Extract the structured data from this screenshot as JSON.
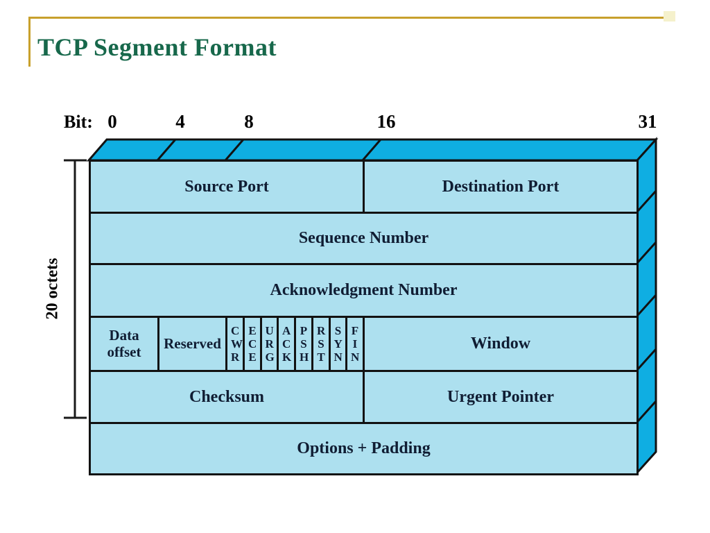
{
  "slide": {
    "title": "TCP Segment Format"
  },
  "diagram": {
    "bit_label": "Bit:",
    "ticks": {
      "t0": "0",
      "t4": "4",
      "t8": "8",
      "t16": "16",
      "t31": "31"
    },
    "octets_label": "20 octets",
    "fields": {
      "source_port": "Source Port",
      "destination_port": "Destination Port",
      "sequence_number": "Sequence Number",
      "acknowledgment_number": "Acknowledgment Number",
      "data_offset": "Data offset",
      "reserved": "Reserved",
      "window": "Window",
      "checksum": "Checksum",
      "urgent_pointer": "Urgent Pointer",
      "options_padding": "Options + Padding"
    },
    "flags": [
      "CWR",
      "ECE",
      "URG",
      "ACK",
      "PSH",
      "RST",
      "SYN",
      "FIN"
    ]
  },
  "colors": {
    "face_cyan": "#0FAEE2",
    "cell_blue": "#ADE0EF",
    "line_black": "#121212",
    "title_green": "#17684B",
    "accent_gold": "#C8A02C",
    "text_dark": "#101D33",
    "pale_square": "#F5F1CC"
  }
}
